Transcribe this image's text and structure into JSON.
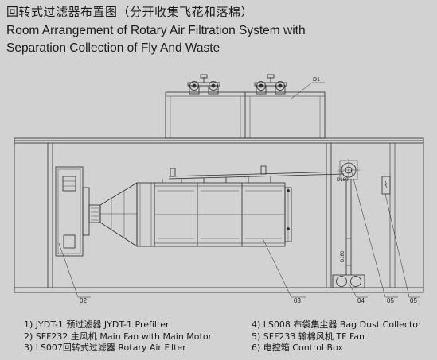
{
  "title": {
    "cn": "回转式过滤器布置图（分开收集飞花和落棉）",
    "en_line1": "Room Arrangement of Rotary Air Filtration System with",
    "en_line2": "Separation Collection of Fly And Waste"
  },
  "labels": {
    "d1": "D1",
    "n02": "02",
    "n03": "03",
    "n04": "04",
    "n05a": "05",
    "n05b": "05",
    "d160a": "D160",
    "d160b": "D160"
  },
  "legend": {
    "left": [
      "1) JYDT-1 预过滤器  JYDT-1 Prefilter",
      "2) SFF232 主风机  Main Fan with Main Motor",
      "3) LS007回转式过滤器 Rotary Air Filter"
    ],
    "right": [
      "4) LS008 布袋集尘器  Bag Dust Collector",
      "5) SFF233 输棉风机 TF Fan",
      "6) 电控箱  Control Box"
    ]
  },
  "colors": {
    "background": "#d2d2d2",
    "line": "#2a2a2a"
  }
}
